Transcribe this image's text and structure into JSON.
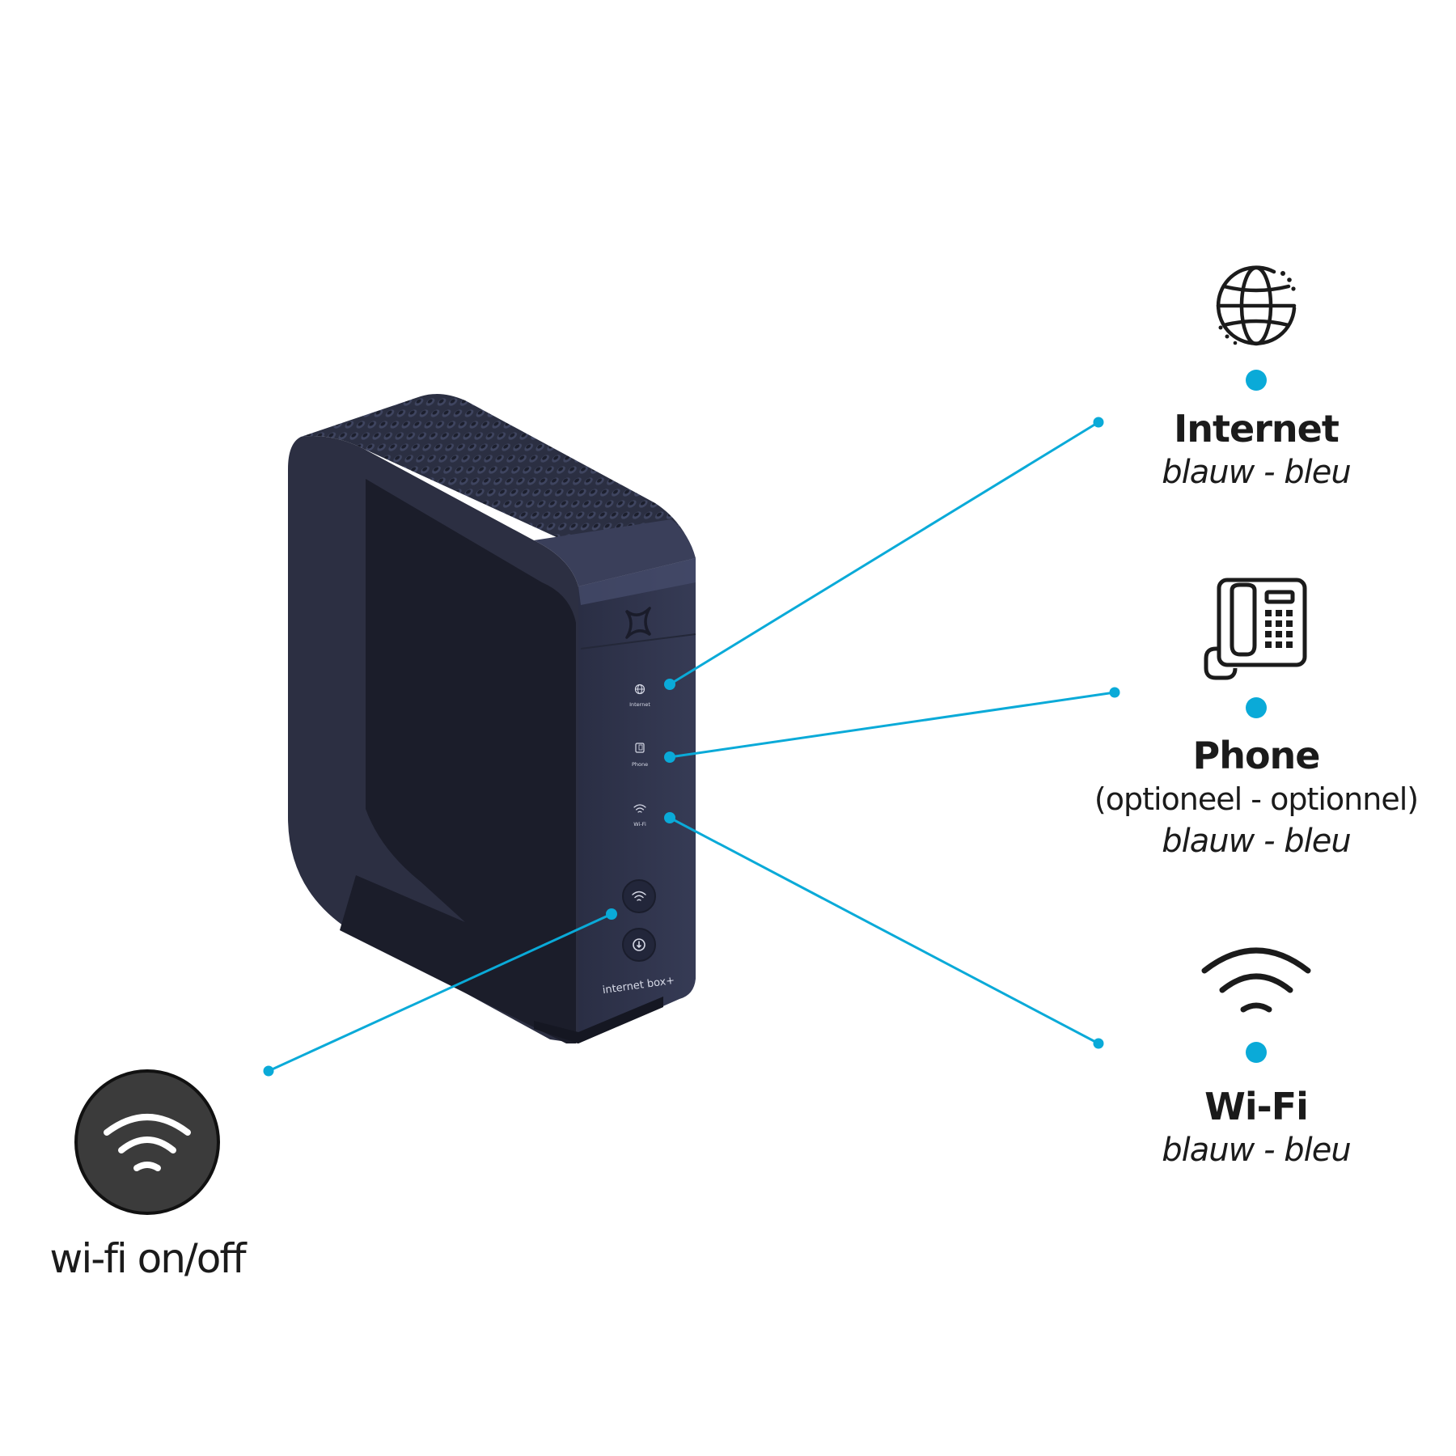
{
  "device": {
    "brand_mark": "brand-x-logo",
    "name": "internet box+",
    "indicators": [
      {
        "id": "internet",
        "label": "Internet",
        "icon": "globe-icon"
      },
      {
        "id": "phone",
        "label": "Phone",
        "icon": "phone-icon"
      },
      {
        "id": "wifi",
        "label": "Wi-Fi",
        "icon": "wifi-icon"
      }
    ],
    "buttons": [
      {
        "id": "wifi-button",
        "icon": "wifi-icon"
      },
      {
        "id": "wps-button",
        "icon": "wps-icon"
      }
    ]
  },
  "callouts": {
    "internet": {
      "title": "Internet",
      "color_text": "blauw - bleu",
      "icon": "globe-icon"
    },
    "phone": {
      "title": "Phone",
      "note": "(optioneel - optionnel)",
      "color_text": "blauw - bleu",
      "icon": "desk-phone-icon"
    },
    "wifi": {
      "title": "Wi-Fi",
      "color_text": "blauw - bleu",
      "icon": "wifi-icon"
    },
    "wifi_button": {
      "title": "wi-fi on/off",
      "icon": "wifi-icon"
    }
  },
  "colors": {
    "accent": "#0aaad8",
    "device_dark": "#1b1d2a",
    "device_front": "#2c3146",
    "text": "#1b1b1b"
  }
}
